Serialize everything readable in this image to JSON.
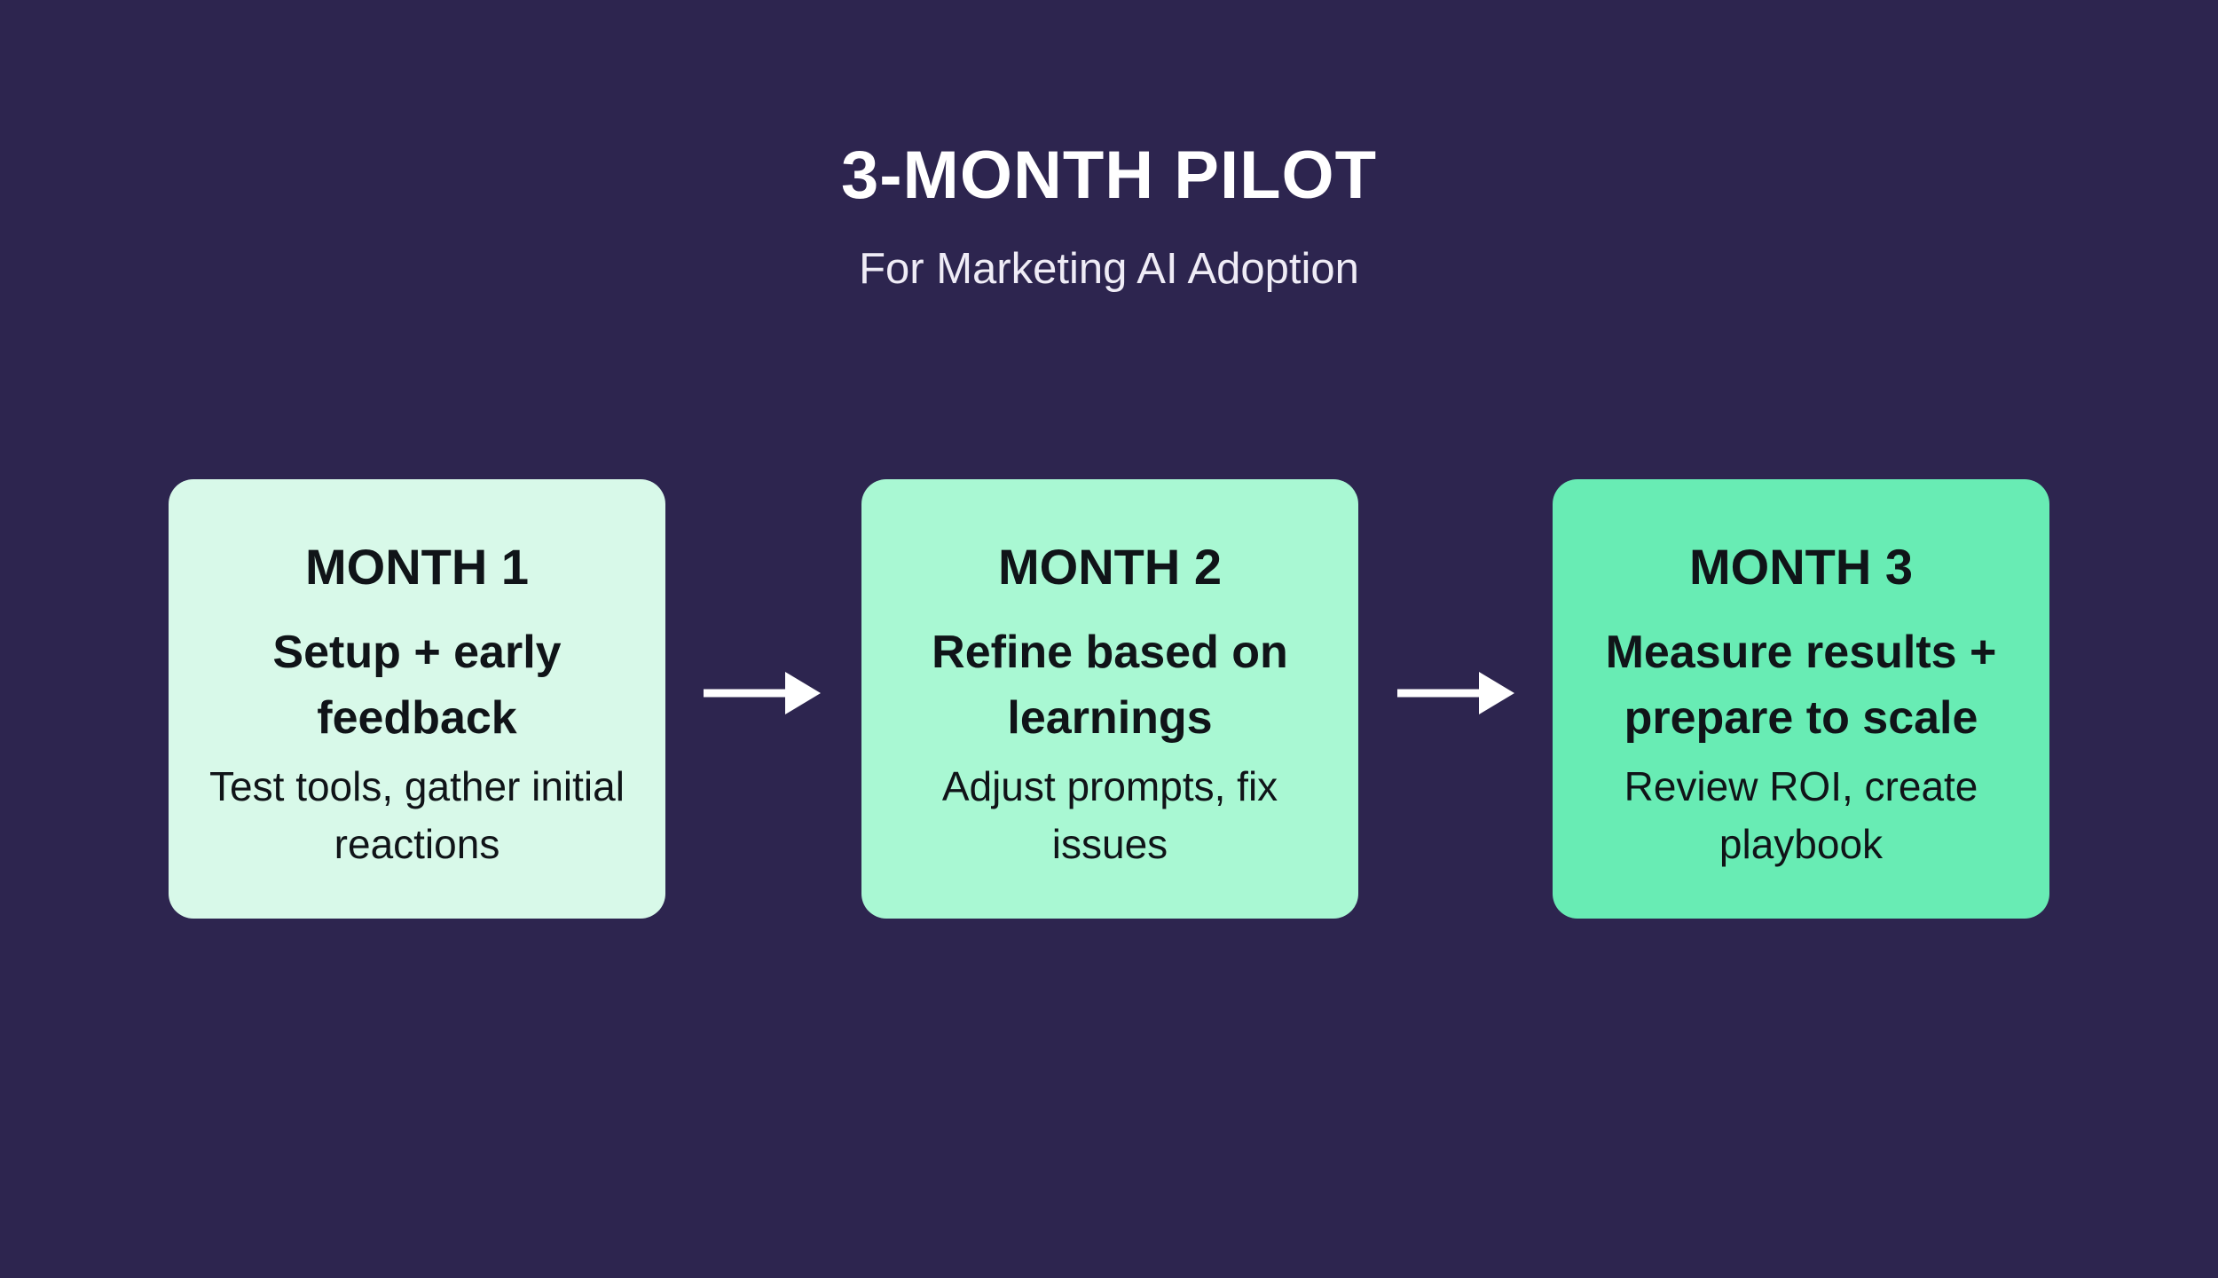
{
  "title": "3-MONTH PILOT",
  "subtitle": "For Marketing AI Adoption",
  "colors": {
    "page_background": "#2d254f",
    "title_text": "#ffffff",
    "subtitle_text": "#efecf6",
    "card_text": "#101418",
    "arrow": "#ffffff",
    "card_1_background": "#d8f9e9",
    "card_2_background": "#a9f8d3",
    "card_3_background": "#68ecb4"
  },
  "cards": [
    {
      "heading": "MONTH 1",
      "subheading": "Setup + early feedback",
      "description": "Test tools, gather initial reactions",
      "background": "#d8f9e9"
    },
    {
      "heading": "MONTH 2",
      "subheading": "Refine based on learnings",
      "description": "Adjust prompts, fix issues",
      "background": "#a9f8d3"
    },
    {
      "heading": "MONTH 3",
      "subheading": "Measure results + prepare to scale",
      "description": "Review ROI, create playbook",
      "background": "#68ecb4"
    }
  ],
  "arrows": [
    {
      "name": "arrow-month1-to-month2",
      "direction": "right"
    },
    {
      "name": "arrow-month2-to-month3",
      "direction": "right"
    }
  ]
}
